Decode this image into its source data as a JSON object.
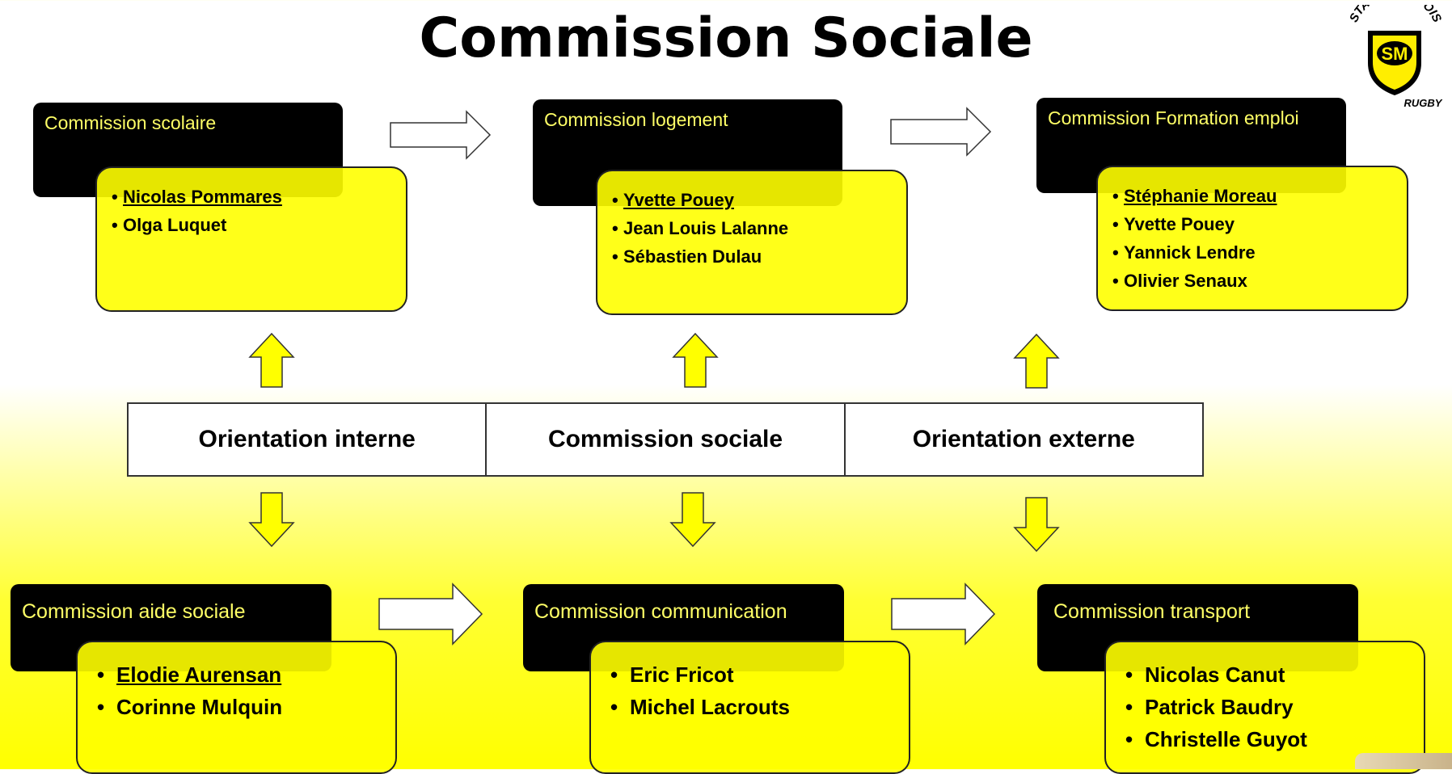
{
  "title": "Commission Sociale",
  "logo": {
    "top_text": "STADE MONTOIS",
    "initials": "SM",
    "bottom_text": "RUGBY",
    "colors": {
      "ring": "#000000",
      "fill": "#ffee00"
    }
  },
  "colors": {
    "header_bg": "#000000",
    "header_text": "#ffff66",
    "box_fill": "#ffff00",
    "arrow_yellow": "#ffff00",
    "arrow_white": "#ffffff"
  },
  "top_commissions": [
    {
      "header": "Commission scolaire",
      "members": [
        {
          "name": "Nicolas Pommares",
          "lead": true
        },
        {
          "name": "Olga Luquet",
          "lead": false
        }
      ]
    },
    {
      "header": "Commission logement",
      "members": [
        {
          "name": "Yvette Pouey",
          "lead": true
        },
        {
          "name": "Jean Louis Lalanne",
          "lead": false
        },
        {
          "name": "Sébastien Dulau",
          "lead": false
        }
      ]
    },
    {
      "header": "Commission Formation emploi",
      "members": [
        {
          "name": "Stéphanie Moreau",
          "lead": true
        },
        {
          "name": "Yvette Pouey",
          "lead": false
        },
        {
          "name": "Yannick Lendre",
          "lead": false
        },
        {
          "name": "Olivier Senaux",
          "lead": false
        }
      ]
    }
  ],
  "center": {
    "cells": [
      "Orientation interne",
      "Commission sociale",
      "Orientation externe"
    ]
  },
  "bottom_commissions": [
    {
      "header": "Commission aide sociale",
      "members": [
        {
          "name": "Elodie Aurensan",
          "lead": true
        },
        {
          "name": "Corinne Mulquin",
          "lead": false
        }
      ]
    },
    {
      "header": "Commission communication",
      "members": [
        {
          "name": "Eric Fricot",
          "lead": false
        },
        {
          "name": "Michel Lacrouts",
          "lead": false
        }
      ]
    },
    {
      "header": "Commission transport",
      "members": [
        {
          "name": "Nicolas Canut",
          "lead": false
        },
        {
          "name": "Patrick Baudry",
          "lead": false
        },
        {
          "name": "Christelle Guyot",
          "lead": false
        }
      ]
    }
  ],
  "bullet": "•"
}
